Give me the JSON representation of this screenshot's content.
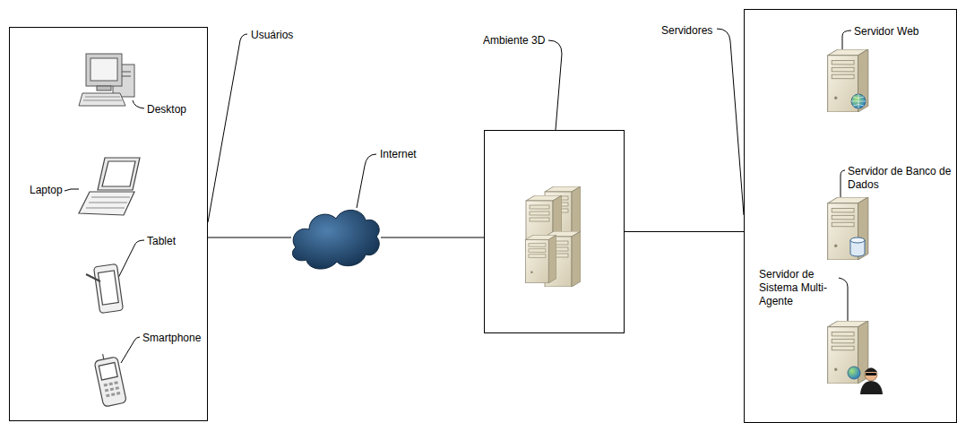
{
  "diagram": {
    "nodes": [
      {
        "text": [
          "Usuários"
        ]
      },
      {
        "text": [
          "Internet"
        ]
      },
      {
        "text": [
          "Ambiente 3D"
        ]
      },
      {
        "text": [
          "Servidores"
        ]
      },
      {
        "text": [
          "Desktop"
        ],
        "in": 0
      },
      {
        "text": [
          "Laptop"
        ],
        "in": 0
      },
      {
        "text": [
          "Tablet"
        ],
        "in": 0
      },
      {
        "text": [
          "Smartphone"
        ],
        "in": 0
      },
      {
        "text": [
          "Servidor Web"
        ],
        "in": 3
      },
      {
        "text": [
          "Servidor de Banco de Dados"
        ],
        "in": 3
      },
      {
        "text": [
          "Servidor de Sistema Multi-Agente"
        ],
        "in": 3
      }
    ],
    "edges": [
      {
        "from": 0,
        "to": 1,
        "arrow": "none"
      },
      {
        "from": 1,
        "to": 2,
        "arrow": "none"
      },
      {
        "from": 2,
        "to": 3,
        "arrow": "none"
      }
    ]
  }
}
